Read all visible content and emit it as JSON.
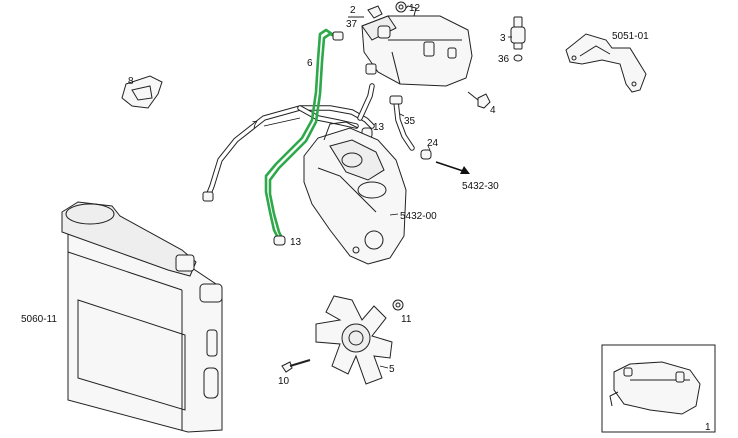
{
  "labels": {
    "p2": "2",
    "p37": "37",
    "p12": "12",
    "p3": "3",
    "p36": "36",
    "p5051": "5051-01",
    "p6": "6",
    "p8": "8",
    "p7": "7",
    "p4": "4",
    "p13a": "13",
    "p35": "35",
    "p24": "24",
    "p5432_30": "5432-30",
    "p5432_00": "5432-00",
    "p13b": "13",
    "p5060": "5060-11",
    "p11": "11",
    "p5": "5",
    "p10": "10",
    "p1": "1"
  },
  "colors": {
    "highlight": "#2ea84a",
    "ink": "#222222",
    "fill": "#f7f7f7"
  }
}
